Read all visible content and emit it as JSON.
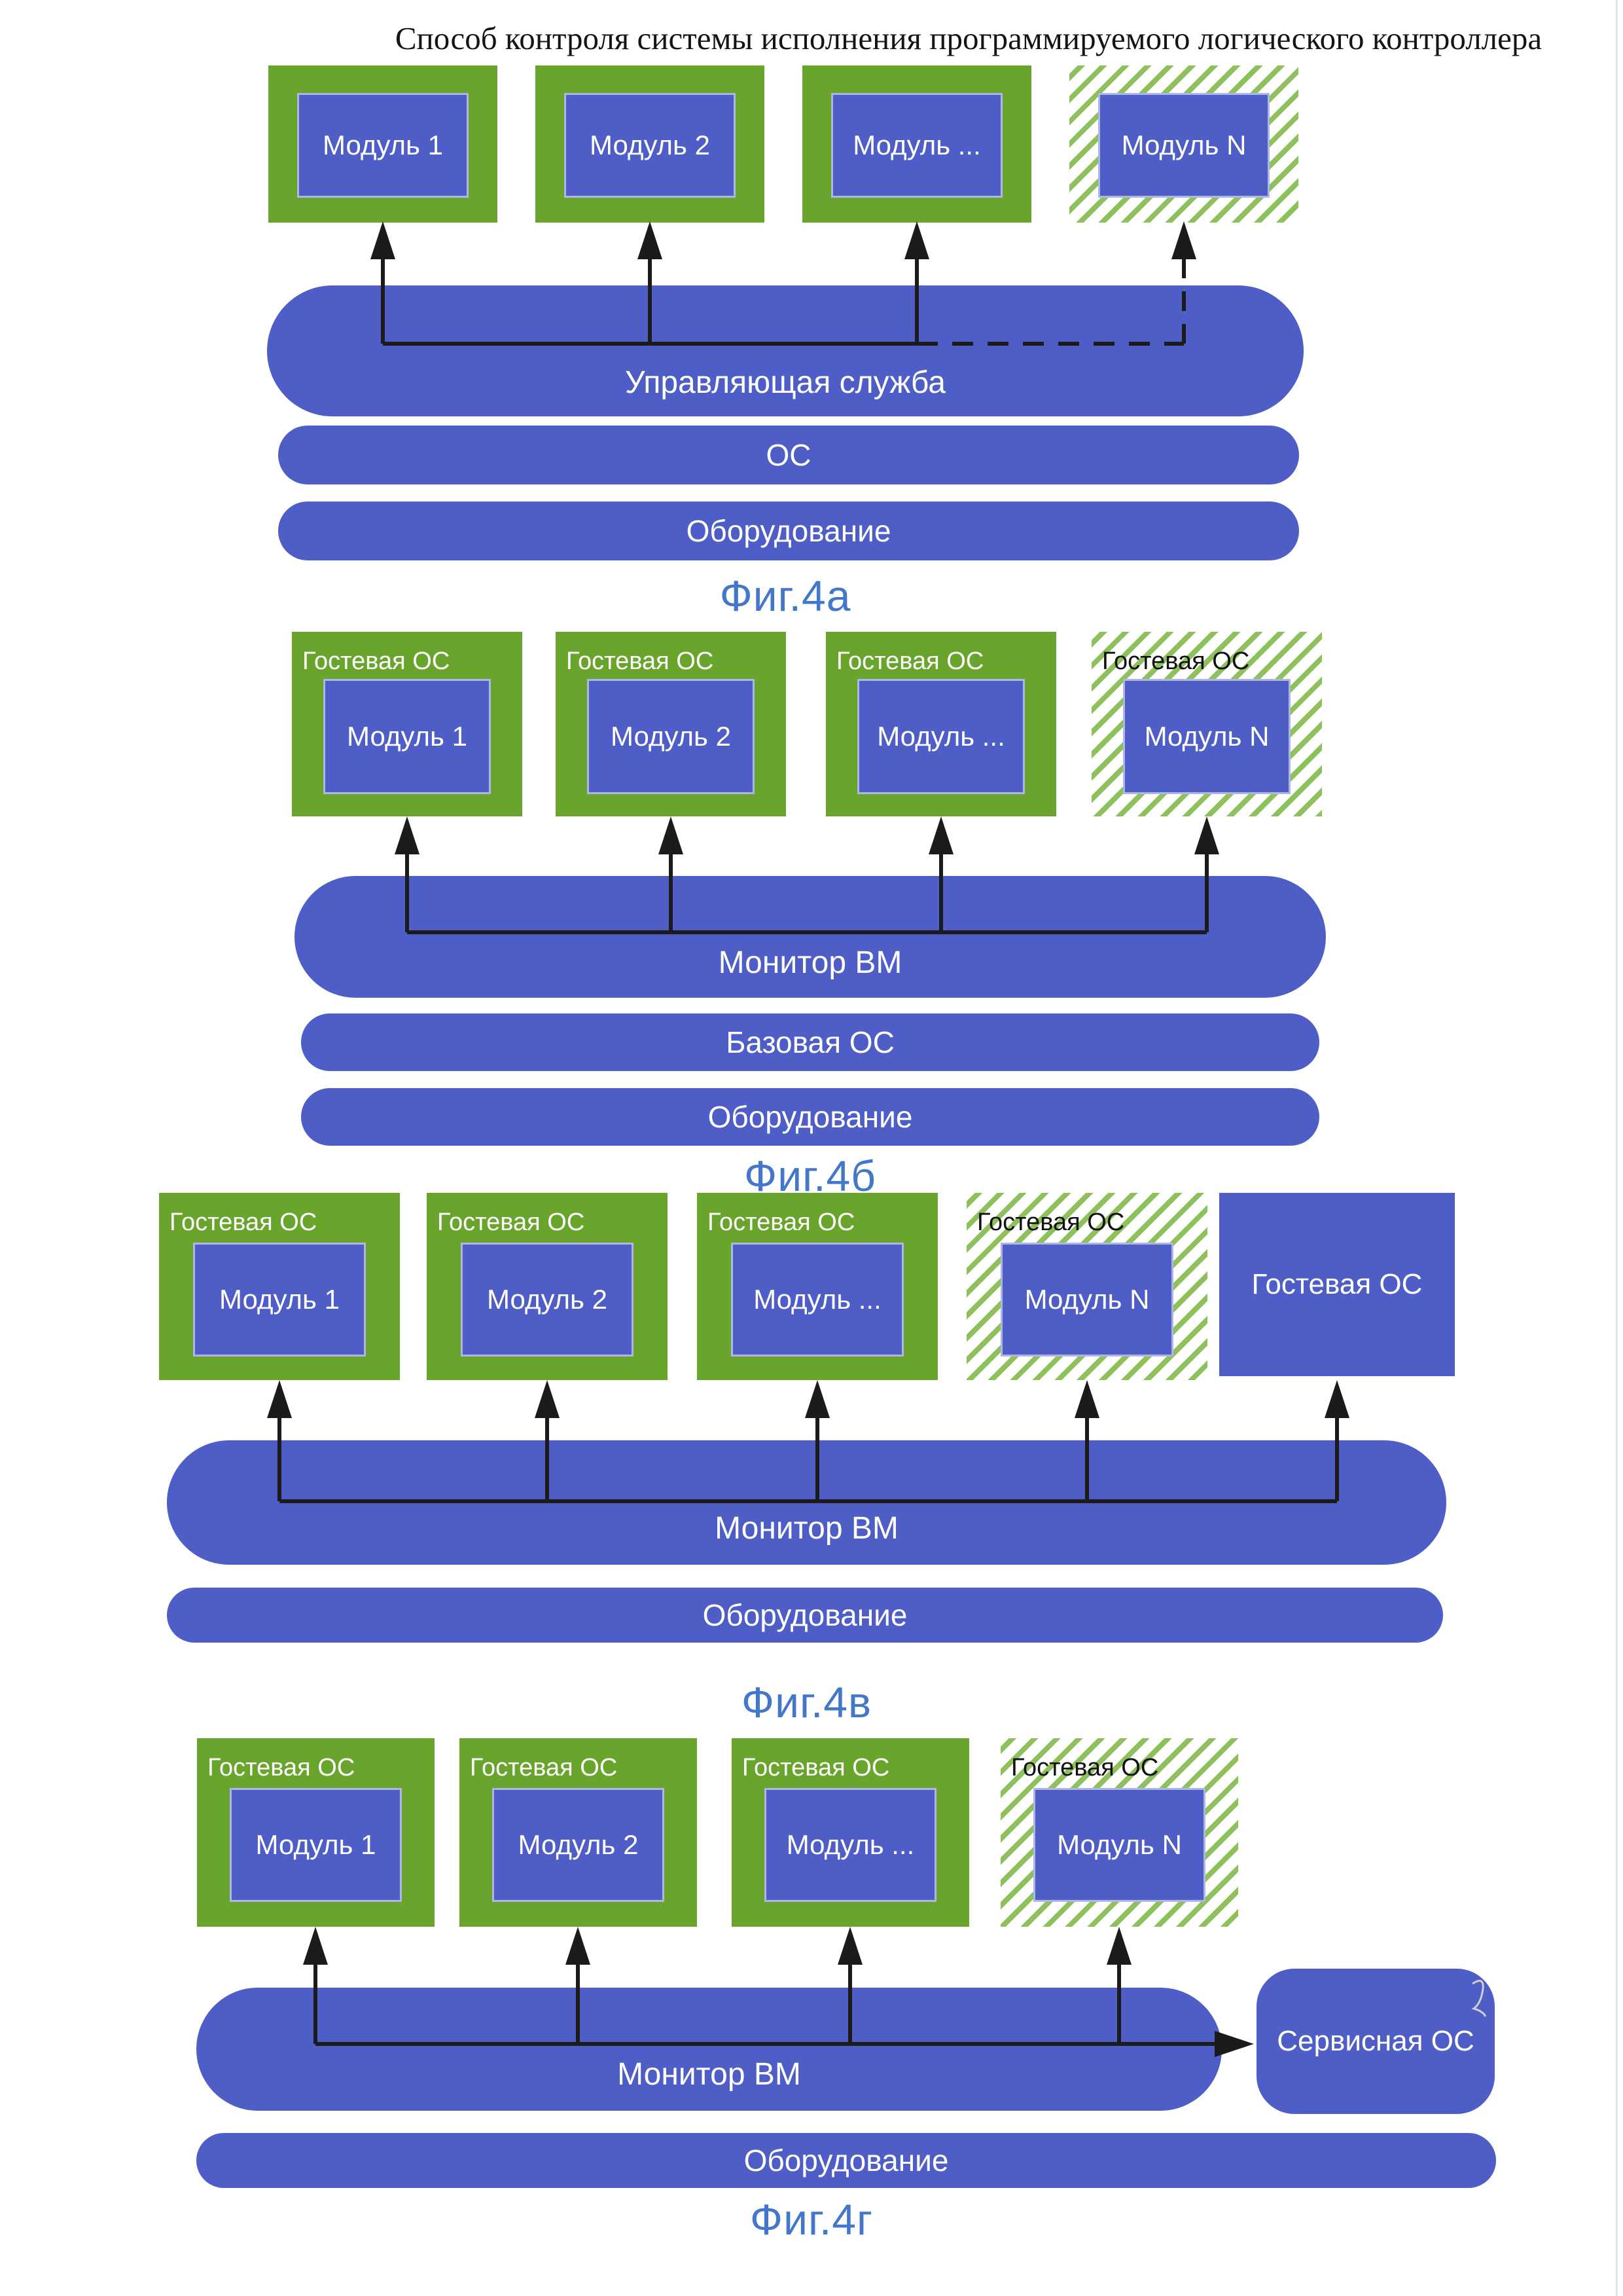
{
  "title": "Способ контроля системы исполнения программируемого логического контроллера",
  "colors": {
    "module_blue": "#4e5ec6",
    "frame_green": "#69a42c",
    "hatch_green": "#8ec05c",
    "caption_blue": "#4377c9",
    "arrow_black": "#1b1b1b"
  },
  "figures": {
    "fig4a": {
      "caption": "Фиг.4а",
      "modules": [
        "Модуль 1",
        "Модуль 2",
        "Модуль ...",
        "Модуль N"
      ],
      "layers": {
        "control_service": "Управляющая служба",
        "os": "ОС",
        "hardware": "Оборудование"
      }
    },
    "fig4b": {
      "caption": "Фиг.4б",
      "guest_os_label": "Гостевая ОС",
      "modules": [
        "Модуль 1",
        "Модуль 2",
        "Модуль ...",
        "Модуль N"
      ],
      "layers": {
        "vm_monitor": "Монитор ВМ",
        "base_os": "Базовая ОС",
        "hardware": "Оборудование"
      }
    },
    "fig4v": {
      "caption": "Фиг.4в",
      "guest_os_label": "Гостевая ОС",
      "modules": [
        "Модуль 1",
        "Модуль 2",
        "Модуль ...",
        "Модуль N"
      ],
      "standalone_guest_os": "Гостевая ОС",
      "layers": {
        "vm_monitor": "Монитор ВМ",
        "hardware": "Оборудование"
      }
    },
    "fig4g": {
      "caption": "Фиг.4г",
      "guest_os_label": "Гостевая ОС",
      "modules": [
        "Модуль 1",
        "Модуль 2",
        "Модуль ...",
        "Модуль N"
      ],
      "service_os": "Сервисная ОС",
      "layers": {
        "vm_monitor": "Монитор ВМ",
        "hardware": "Оборудование"
      }
    }
  }
}
